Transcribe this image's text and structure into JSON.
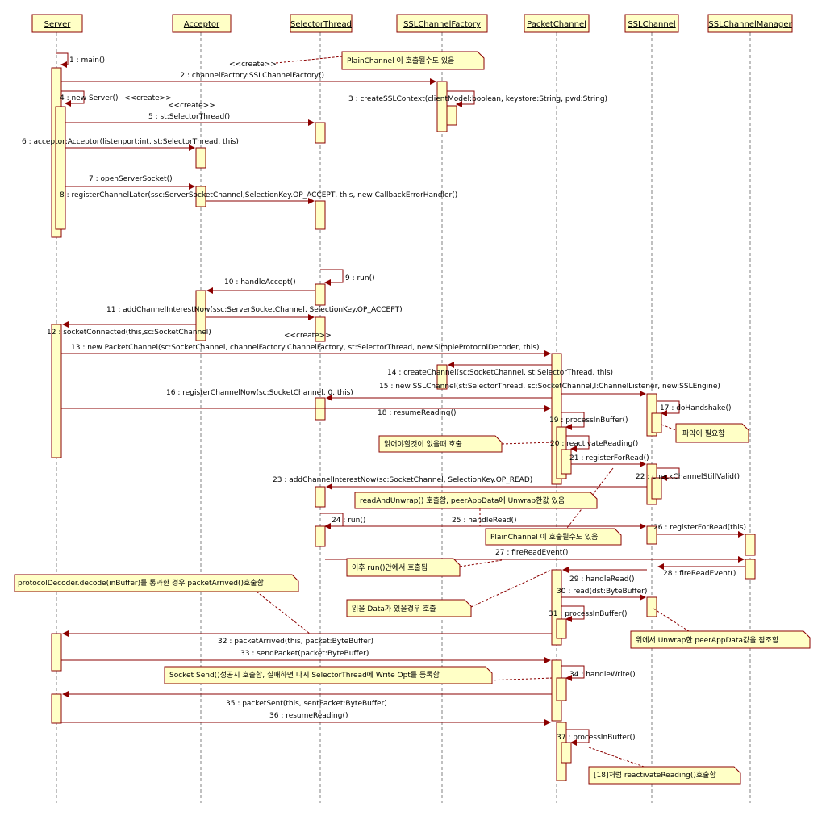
{
  "objects": [
    "Server",
    "Acceptor",
    "SelectorThread",
    "SSLChannelFactory",
    "PacketChannel",
    "SSLChannel",
    "SSLChannelManager"
  ],
  "messages": [
    "1 : main()",
    "2 : channelFactory:SSLChannelFactory()",
    "3 : createSSLContext(clientModel:boolean, keystore:String, pwd:String)",
    "4 : new Server()",
    "5 : st:SelectorThread()",
    "6 : acceptor:Acceptor(listenport:int, st:SelectorThread, this)",
    "7 : openServerSocket()",
    "8 : registerChannelLater(ssc:ServerSocketChannel,SelectionKey.OP_ACCEPT, this, new CallbackErrorHandler()",
    "9 : run()",
    "10 : handleAccept()",
    "11 : addChannelInterestNow(ssc:ServerSocketChannel, SelectionKey.OP_ACCEPT)",
    "12 : socketConnected(this,sc:SocketChannel)",
    "13 : new PacketChannel(sc:SocketChannel, channelFactory:ChannelFactory, st:SelectorThread, new:SimpleProtocolDecoder, this)",
    "14 : createChannel(sc:SocketChannel, st:SelectorThread, this)",
    "15 : new SSLChannel(st:SelectorThread, sc:SocketChannel,l:ChannelListener, new:SSLEngine)",
    "16 : registerChannelNow(sc:SocketChannel, 0, this)",
    "17 : doHandshake()",
    "18 : resumeReading()",
    "19 : processInBuffer()",
    "20 : reactivateReading()",
    "21 : registerForRead()",
    "22 : checkChannelStillValid()",
    "23 : addChannelInterestNow(sc:SocketChannel, SelectionKey.OP_READ)",
    "24 : run()",
    "25 : handleRead()",
    "26 : registerForRead(this)",
    "27 : fireReadEvent()",
    "28 : fireReadEvent()",
    "29 : handleRead()",
    "30 : read(dst:ByteBuffer)",
    "31 : processInBuffer()",
    "32 : packetArrived(this, packet:ByteBuffer)",
    "33 : sendPacket(packet:ByteBuffer)",
    "34 : handleWrite()",
    "35 : packetSent(this, sentPacket:ByteBuffer)",
    "36 : resumeReading()",
    "37 : processInBuffer()"
  ],
  "stereotypes": [
    "<<create>>",
    "<<create>>",
    "<<create>>",
    "<<create>>"
  ],
  "notes": [
    "PlainChannel 이 호출될수도 있음",
    "파악이 필요함",
    "읽어야할것이 없을때 호출",
    "readAndUnwrap() 호출함, peerAppData에 Unwrap한값 있음",
    "PlainChannel 이 호출될수도 있음",
    "이후 run()안에서 호출됨",
    "protocolDecoder.decode(inBuffer)를 통과한 경우 packetArrived()호출함",
    "읽을 Data가 있을경우 호출",
    "위에서 Unwrap한 peerAppData값을 참조함",
    "Socket Send()성공시 호출함, 실패하면 다시 SelectorThread에 Write Opt를 등록함",
    "[18]처럼 reactivateReading()호출함"
  ],
  "colors": {
    "box_fill": "#ffffc6",
    "stroke": "#8b0000",
    "lifeline": "#808080"
  }
}
